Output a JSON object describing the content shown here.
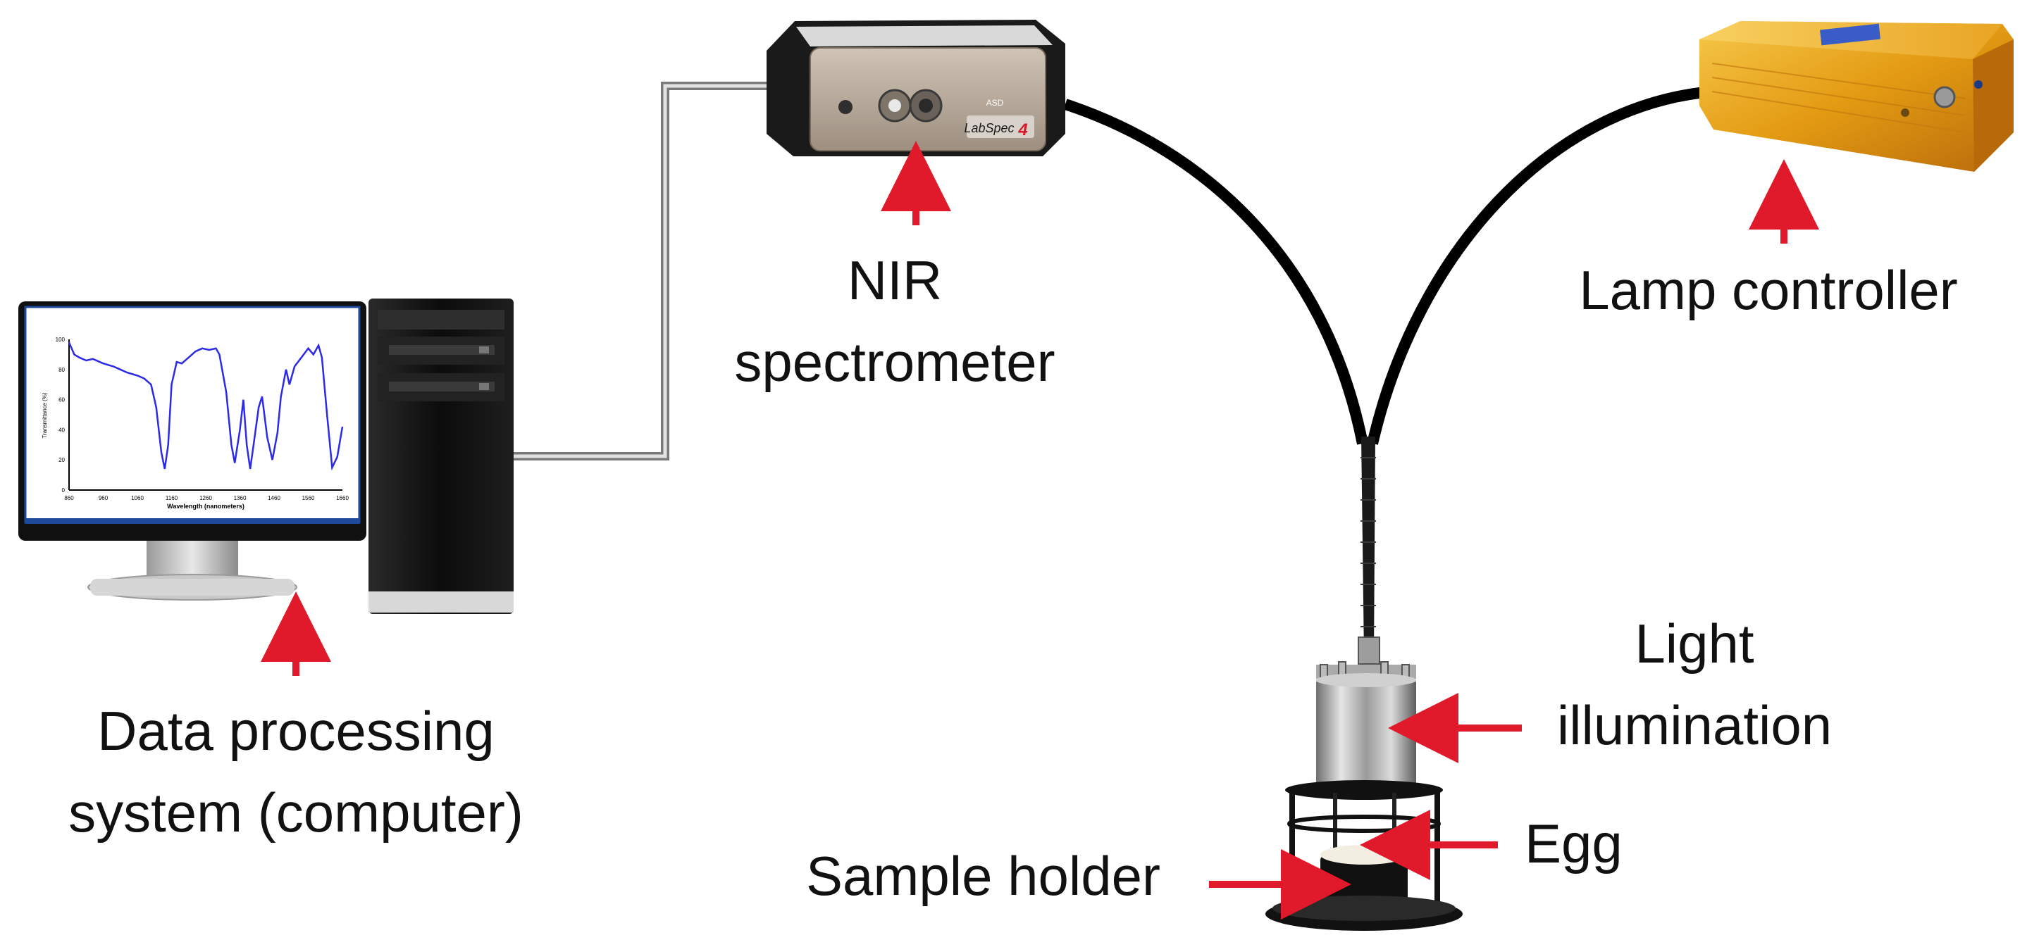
{
  "labels": {
    "nir_line1": "NIR",
    "nir_line2": "spectrometer",
    "lamp": "Lamp controller",
    "computer_line1": "Data processing",
    "computer_line2": "system (computer)",
    "light_line1": "Light",
    "light_line2": "illumination",
    "egg": "Egg",
    "sample_holder": "Sample holder"
  },
  "device_branding": {
    "spectrometer_model": "LabSpec",
    "spectrometer_model_suffix": "4",
    "spectrometer_brand": "ASD"
  },
  "monitor_spectrum": {
    "y_axis_label": "Transmittance (%)",
    "x_axis_label": "Wavelength (nanometers)",
    "x_ticks": [
      "860",
      "960",
      "1060",
      "1160",
      "1260",
      "1360",
      "1460",
      "1560",
      "1660"
    ],
    "y_ticks": [
      "0",
      "20",
      "40",
      "60",
      "80",
      "100"
    ],
    "x_range": [
      860,
      1660
    ],
    "y_range": [
      0,
      100
    ],
    "line_color": "#2a2ae8",
    "approx_points": [
      [
        860,
        98
      ],
      [
        875,
        90
      ],
      [
        890,
        88
      ],
      [
        910,
        86
      ],
      [
        930,
        87
      ],
      [
        960,
        84
      ],
      [
        990,
        82
      ],
      [
        1010,
        80
      ],
      [
        1030,
        78
      ],
      [
        1060,
        76
      ],
      [
        1080,
        74
      ],
      [
        1100,
        70
      ],
      [
        1115,
        55
      ],
      [
        1130,
        25
      ],
      [
        1140,
        14
      ],
      [
        1150,
        30
      ],
      [
        1160,
        70
      ],
      [
        1175,
        85
      ],
      [
        1190,
        84
      ],
      [
        1210,
        88
      ],
      [
        1230,
        92
      ],
      [
        1250,
        94
      ],
      [
        1270,
        93
      ],
      [
        1290,
        94
      ],
      [
        1300,
        90
      ],
      [
        1320,
        65
      ],
      [
        1335,
        30
      ],
      [
        1345,
        18
      ],
      [
        1360,
        40
      ],
      [
        1370,
        60
      ],
      [
        1380,
        30
      ],
      [
        1390,
        14
      ],
      [
        1400,
        30
      ],
      [
        1415,
        55
      ],
      [
        1425,
        62
      ],
      [
        1440,
        35
      ],
      [
        1455,
        20
      ],
      [
        1470,
        38
      ],
      [
        1480,
        62
      ],
      [
        1495,
        80
      ],
      [
        1505,
        70
      ],
      [
        1520,
        82
      ],
      [
        1540,
        88
      ],
      [
        1560,
        94
      ],
      [
        1575,
        90
      ],
      [
        1590,
        96
      ],
      [
        1600,
        88
      ],
      [
        1615,
        50
      ],
      [
        1630,
        15
      ],
      [
        1645,
        22
      ],
      [
        1660,
        42
      ]
    ]
  },
  "colors": {
    "arrow_red": "#e01a2b",
    "cable_black": "#000000",
    "lamp_gold": "#e8a318",
    "spectrometer_body": "#b8aa9b"
  },
  "icons": {
    "computer": "desktop-computer-icon",
    "spectrometer": "spectrometer-device-icon",
    "lamp": "lamp-controller-box-icon",
    "probe": "illumination-probe-icon",
    "holder": "sample-holder-stand-icon"
  }
}
